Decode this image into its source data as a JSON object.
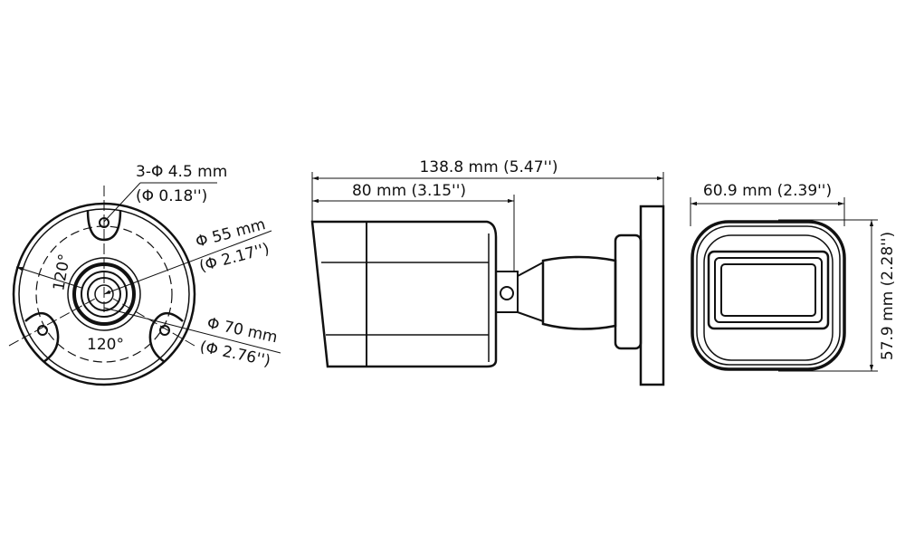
{
  "bottom_view": {
    "holes_mm": "3-Φ 4.5 mm",
    "holes_in": "(Φ 0.18'')",
    "inner_mm": "Φ 55 mm",
    "inner_in": "(Φ 2.17'')",
    "outer_mm": "Φ 70 mm",
    "outer_in": "(Φ 2.76'')",
    "angle_left": "120°",
    "angle_bottom": "120°"
  },
  "side_view": {
    "total_length": "138.8 mm (5.47'')",
    "body_length": "80 mm (3.15'')"
  },
  "front_view": {
    "width": "60.9 mm (2.39'')",
    "height": "57.9 mm (2.28'')"
  }
}
